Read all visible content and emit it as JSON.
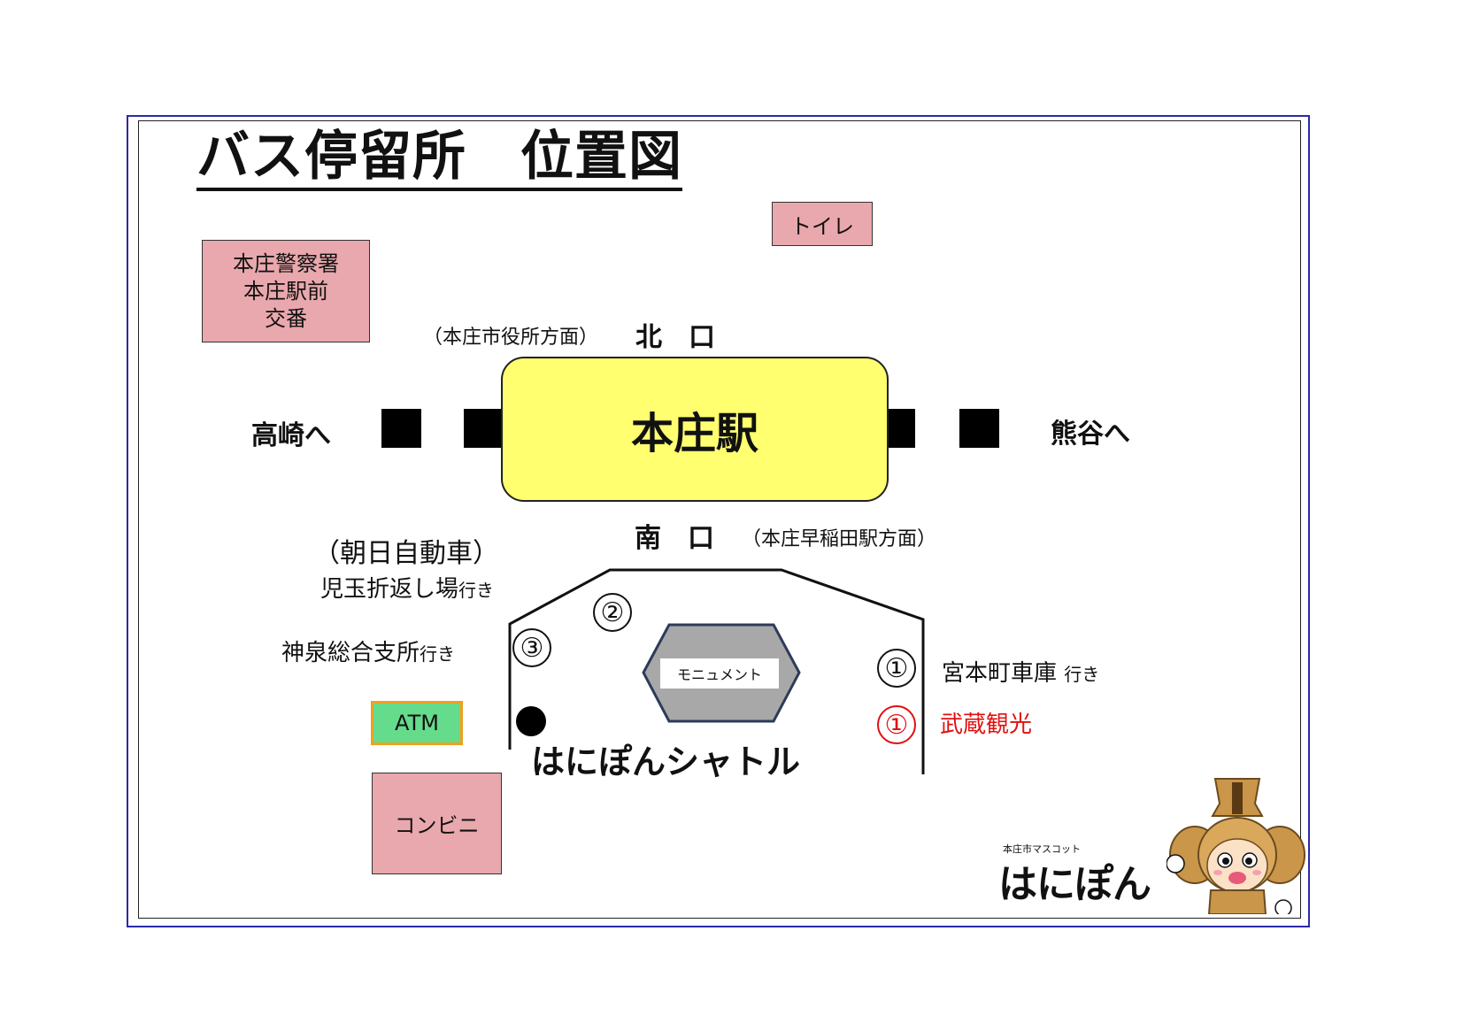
{
  "title": "バス停留所　位置図",
  "landmarks": {
    "police": "本庄警察署\n本庄駅前\n交番",
    "toilet": "トイレ",
    "convenience_store": "コンビニ",
    "atm": "ATM",
    "monument": "モニュメント"
  },
  "station": {
    "name": "本庄駅",
    "north_exit_note": "（本庄市役所方面）",
    "north_exit": "北　口",
    "south_exit": "南　口",
    "south_exit_note": "（本庄早稲田駅方面）"
  },
  "directions": {
    "west": "高崎へ",
    "east": "熊谷へ"
  },
  "bus_stops": {
    "operator_left": "（朝日自動車）",
    "dest_stop2": "児玉折返し場",
    "dest_stop2_suffix": "行き",
    "dest_stop3": "神泉総合支所",
    "dest_stop3_suffix": "行き",
    "stop1_num": "①",
    "stop2_num": "②",
    "stop3_num": "③",
    "dest_stop1": "宮本町車庫",
    "dest_stop1_suffix": "行き",
    "stop1_red_num": "①",
    "operator_red": "武蔵観光",
    "shuttle": "はにぽんシャトル"
  },
  "mascot": {
    "caption": "本庄市マスコット",
    "name": "はにぽん"
  },
  "colors": {
    "station_fill": "#ffff70",
    "pink_box": "#e9a8ad",
    "atm_fill": "#64dc8c",
    "atm_border": "#f0a020",
    "monument_fill": "#a8a8a8",
    "frame_blue": "#2a2aa8",
    "red_text": "#e01010"
  }
}
